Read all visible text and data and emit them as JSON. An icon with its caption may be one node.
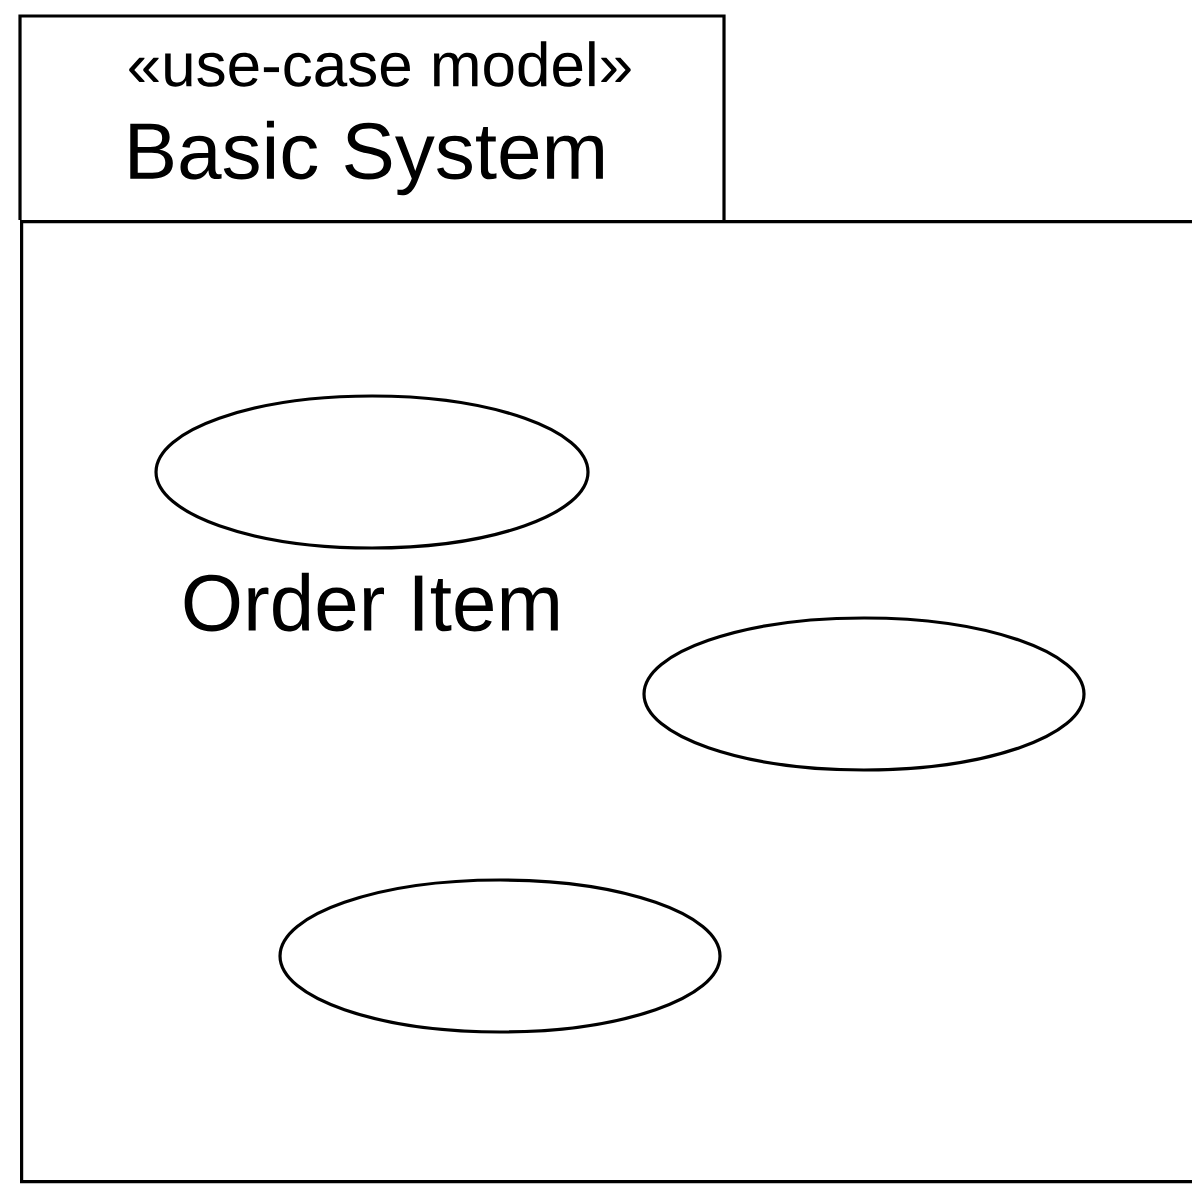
{
  "diagram": {
    "nodes": [
      {
        "text": [
          "«use-case model»",
          "Basic System"
        ]
      },
      {
        "text": [],
        "shape": "ellipse",
        "in": 0,
        "beside": [
          "Order Item"
        ]
      },
      {
        "text": [],
        "shape": "ellipse",
        "in": 0
      },
      {
        "text": [],
        "shape": "ellipse",
        "in": 0
      }
    ]
  }
}
